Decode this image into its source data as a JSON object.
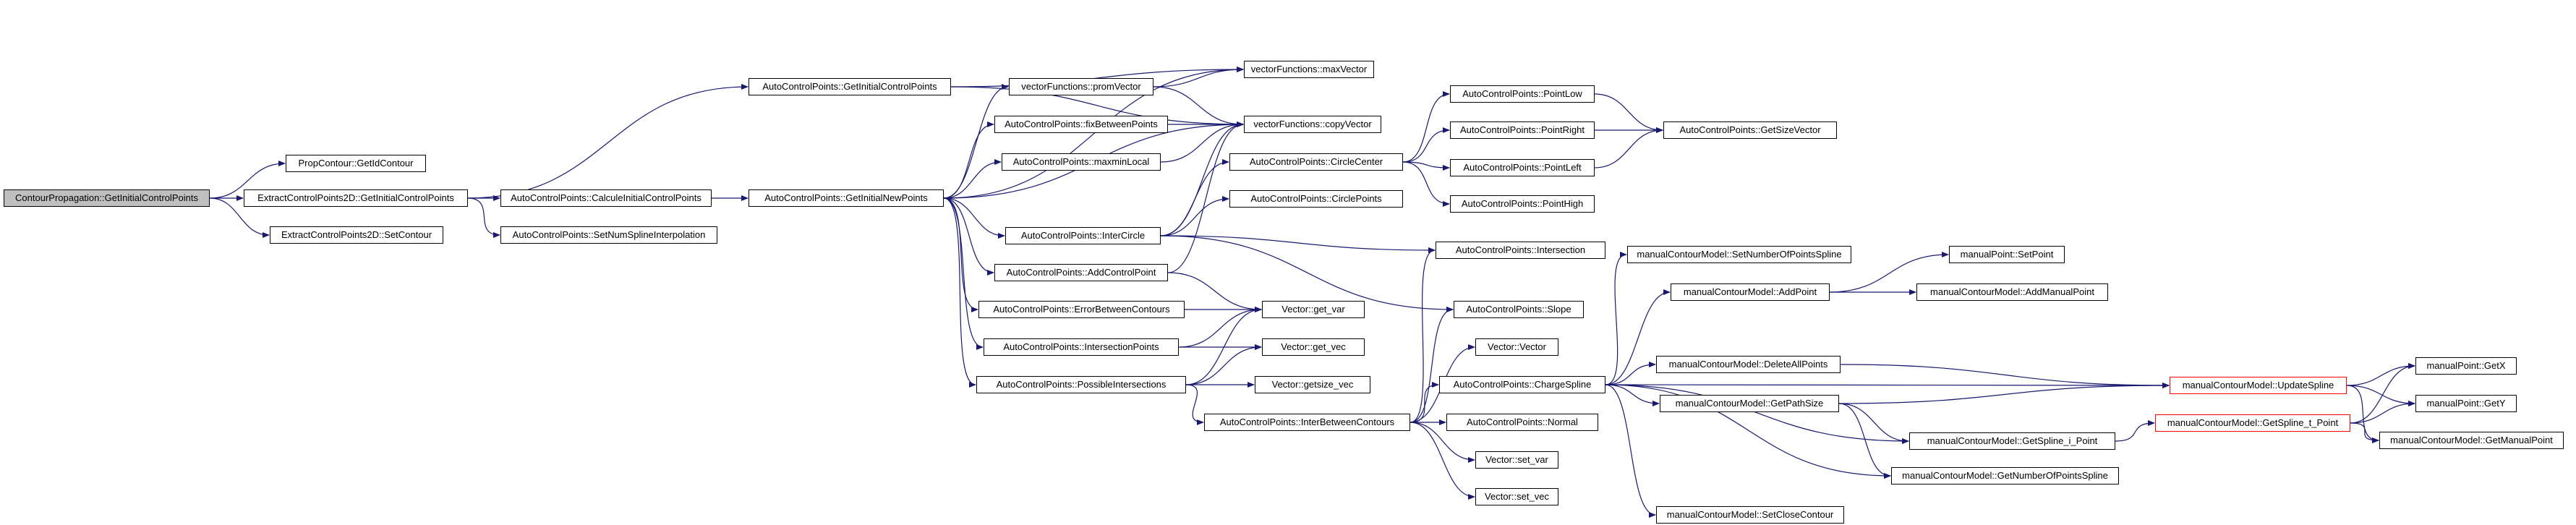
{
  "colors": {
    "edge": "#191970",
    "node_border": "#000000",
    "root_fill": "#bfbfbf",
    "truncated_border": "#ff0000"
  },
  "nodes": [
    {
      "id": "root",
      "label": "ContourPropagation::GetInitialControlPoints",
      "kind": "root"
    },
    {
      "id": "getidcontour",
      "label": "PropContour::GetIdContour"
    },
    {
      "id": "ecp_get",
      "label": "ExtractControlPoints2D::GetInitialControlPoints"
    },
    {
      "id": "ecp_set",
      "label": "ExtractControlPoints2D::SetContour"
    },
    {
      "id": "acp_getinitcp",
      "label": "AutoControlPoints::GetInitialControlPoints"
    },
    {
      "id": "acp_calc",
      "label": "AutoControlPoints::CalculeInitialControlPoints"
    },
    {
      "id": "acp_setnum",
      "label": "AutoControlPoints::SetNumSplineInterpolation"
    },
    {
      "id": "acp_getnew",
      "label": "AutoControlPoints::GetInitialNewPoints"
    },
    {
      "id": "vf_prom",
      "label": "vectorFunctions::promVector"
    },
    {
      "id": "acp_fix",
      "label": "AutoControlPoints::fixBetweenPoints"
    },
    {
      "id": "acp_maxmin",
      "label": "AutoControlPoints::maxminLocal"
    },
    {
      "id": "acp_inter",
      "label": "AutoControlPoints::InterCircle"
    },
    {
      "id": "acp_add",
      "label": "AutoControlPoints::AddControlPoint"
    },
    {
      "id": "acp_err",
      "label": "AutoControlPoints::ErrorBetweenContours"
    },
    {
      "id": "acp_ipts",
      "label": "AutoControlPoints::IntersectionPoints"
    },
    {
      "id": "acp_poss",
      "label": "AutoControlPoints::PossibleIntersections"
    },
    {
      "id": "vf_max",
      "label": "vectorFunctions::maxVector"
    },
    {
      "id": "vf_copy",
      "label": "vectorFunctions::copyVector"
    },
    {
      "id": "acp_cc",
      "label": "AutoControlPoints::CircleCenter"
    },
    {
      "id": "acp_cp",
      "label": "AutoControlPoints::CirclePoints"
    },
    {
      "id": "v_getvar",
      "label": "Vector::get_var"
    },
    {
      "id": "v_getvec",
      "label": "Vector::get_vec"
    },
    {
      "id": "v_getsize",
      "label": "Vector::getsize_vec"
    },
    {
      "id": "acp_ibc",
      "label": "AutoControlPoints::InterBetweenContours"
    },
    {
      "id": "acp_plow",
      "label": "AutoControlPoints::PointLow"
    },
    {
      "id": "acp_pright",
      "label": "AutoControlPoints::PointRight"
    },
    {
      "id": "acp_pleft",
      "label": "AutoControlPoints::PointLeft"
    },
    {
      "id": "acp_phigh",
      "label": "AutoControlPoints::PointHigh"
    },
    {
      "id": "acp_intersection",
      "label": "AutoControlPoints::Intersection"
    },
    {
      "id": "acp_slope",
      "label": "AutoControlPoints::Slope"
    },
    {
      "id": "v_vector",
      "label": "Vector::Vector"
    },
    {
      "id": "acp_charge",
      "label": "AutoControlPoints::ChargeSpline"
    },
    {
      "id": "acp_normal",
      "label": "AutoControlPoints::Normal"
    },
    {
      "id": "v_setvar",
      "label": "Vector::set_var"
    },
    {
      "id": "v_setvec",
      "label": "Vector::set_vec"
    },
    {
      "id": "acp_gsv",
      "label": "AutoControlPoints::GetSizeVector"
    },
    {
      "id": "mcm_setnum",
      "label": "manualContourModel::SetNumberOfPointsSpline"
    },
    {
      "id": "mcm_addpoint",
      "label": "manualContourModel::AddPoint"
    },
    {
      "id": "mcm_delall",
      "label": "manualContourModel::DeleteAllPoints"
    },
    {
      "id": "mcm_pathsize",
      "label": "manualContourModel::GetPathSize"
    },
    {
      "id": "mcm_getnum",
      "label": "manualContourModel::GetNumberOfPointsSpline"
    },
    {
      "id": "mcm_setclose",
      "label": "manualContourModel::SetCloseContour"
    },
    {
      "id": "mp_setpoint",
      "label": "manualPoint::SetPoint"
    },
    {
      "id": "mcm_addmanual",
      "label": "manualContourModel::AddManualPoint"
    },
    {
      "id": "mcm_update",
      "label": "manualContourModel::UpdateSpline",
      "kind": "truncated"
    },
    {
      "id": "mcm_getsplinei",
      "label": "manualContourModel::GetSpline_i_Point"
    },
    {
      "id": "mcm_getsplinet",
      "label": "manualContourModel::GetSpline_t_Point",
      "kind": "truncated"
    },
    {
      "id": "mp_getx",
      "label": "manualPoint::GetX"
    },
    {
      "id": "mp_gety",
      "label": "manualPoint::GetY"
    },
    {
      "id": "mcm_getmanual",
      "label": "manualContourModel::GetManualPoint"
    }
  ],
  "edges": [
    [
      "root",
      "getidcontour"
    ],
    [
      "root",
      "ecp_get"
    ],
    [
      "root",
      "ecp_set"
    ],
    [
      "ecp_get",
      "acp_getinitcp"
    ],
    [
      "ecp_get",
      "acp_calc"
    ],
    [
      "ecp_get",
      "acp_setnum"
    ],
    [
      "acp_calc",
      "acp_getnew"
    ],
    [
      "acp_getinitcp",
      "vf_max"
    ],
    [
      "acp_getinitcp",
      "vf_copy"
    ],
    [
      "acp_getnew",
      "vf_prom"
    ],
    [
      "acp_getnew",
      "acp_fix"
    ],
    [
      "acp_getnew",
      "acp_maxmin"
    ],
    [
      "acp_getnew",
      "acp_inter"
    ],
    [
      "acp_getnew",
      "acp_add"
    ],
    [
      "acp_getnew",
      "acp_err"
    ],
    [
      "acp_getnew",
      "acp_ipts"
    ],
    [
      "acp_getnew",
      "acp_poss"
    ],
    [
      "acp_getnew",
      "vf_max"
    ],
    [
      "acp_getnew",
      "vf_copy"
    ],
    [
      "vf_prom",
      "vf_max"
    ],
    [
      "vf_prom",
      "vf_copy"
    ],
    [
      "acp_fix",
      "vf_copy"
    ],
    [
      "acp_maxmin",
      "vf_copy"
    ],
    [
      "acp_inter",
      "acp_cc"
    ],
    [
      "acp_inter",
      "acp_cp"
    ],
    [
      "acp_inter",
      "acp_intersection"
    ],
    [
      "acp_inter",
      "acp_slope"
    ],
    [
      "acp_inter",
      "vf_copy"
    ],
    [
      "acp_add",
      "v_getvar"
    ],
    [
      "acp_add",
      "vf_copy"
    ],
    [
      "acp_err",
      "v_getvar"
    ],
    [
      "acp_ipts",
      "v_getvar"
    ],
    [
      "acp_ipts",
      "v_getvec"
    ],
    [
      "acp_poss",
      "v_getvar"
    ],
    [
      "acp_poss",
      "v_getvec"
    ],
    [
      "acp_poss",
      "v_getsize"
    ],
    [
      "acp_poss",
      "acp_ibc"
    ],
    [
      "acp_cc",
      "acp_plow"
    ],
    [
      "acp_cc",
      "acp_pright"
    ],
    [
      "acp_cc",
      "acp_pleft"
    ],
    [
      "acp_cc",
      "acp_phigh"
    ],
    [
      "acp_plow",
      "acp_gsv"
    ],
    [
      "acp_pright",
      "acp_gsv"
    ],
    [
      "acp_pleft",
      "acp_gsv"
    ],
    [
      "acp_ibc",
      "acp_intersection"
    ],
    [
      "acp_ibc",
      "acp_slope"
    ],
    [
      "acp_ibc",
      "v_vector"
    ],
    [
      "acp_ibc",
      "acp_charge"
    ],
    [
      "acp_ibc",
      "acp_normal"
    ],
    [
      "acp_ibc",
      "v_setvar"
    ],
    [
      "acp_ibc",
      "v_setvec"
    ],
    [
      "acp_charge",
      "mcm_setnum"
    ],
    [
      "acp_charge",
      "mcm_addpoint"
    ],
    [
      "acp_charge",
      "mcm_delall"
    ],
    [
      "acp_charge",
      "mcm_pathsize"
    ],
    [
      "acp_charge",
      "mcm_getsplinei"
    ],
    [
      "acp_charge",
      "mcm_getnum"
    ],
    [
      "acp_charge",
      "mcm_setclose"
    ],
    [
      "acp_charge",
      "mcm_update"
    ],
    [
      "mcm_addpoint",
      "mp_setpoint"
    ],
    [
      "mcm_addpoint",
      "mcm_addmanual"
    ],
    [
      "mcm_delall",
      "mcm_update"
    ],
    [
      "mcm_pathsize",
      "mcm_update"
    ],
    [
      "mcm_pathsize",
      "mcm_getsplinei"
    ],
    [
      "mcm_pathsize",
      "mcm_getnum"
    ],
    [
      "mcm_getsplinei",
      "mcm_getsplinet"
    ],
    [
      "mcm_update",
      "mp_getx"
    ],
    [
      "mcm_update",
      "mp_gety"
    ],
    [
      "mcm_update",
      "mcm_getmanual"
    ],
    [
      "mcm_getsplinet",
      "mp_getx"
    ],
    [
      "mcm_getsplinet",
      "mp_gety"
    ],
    [
      "mcm_getsplinet",
      "mcm_getmanual"
    ]
  ]
}
